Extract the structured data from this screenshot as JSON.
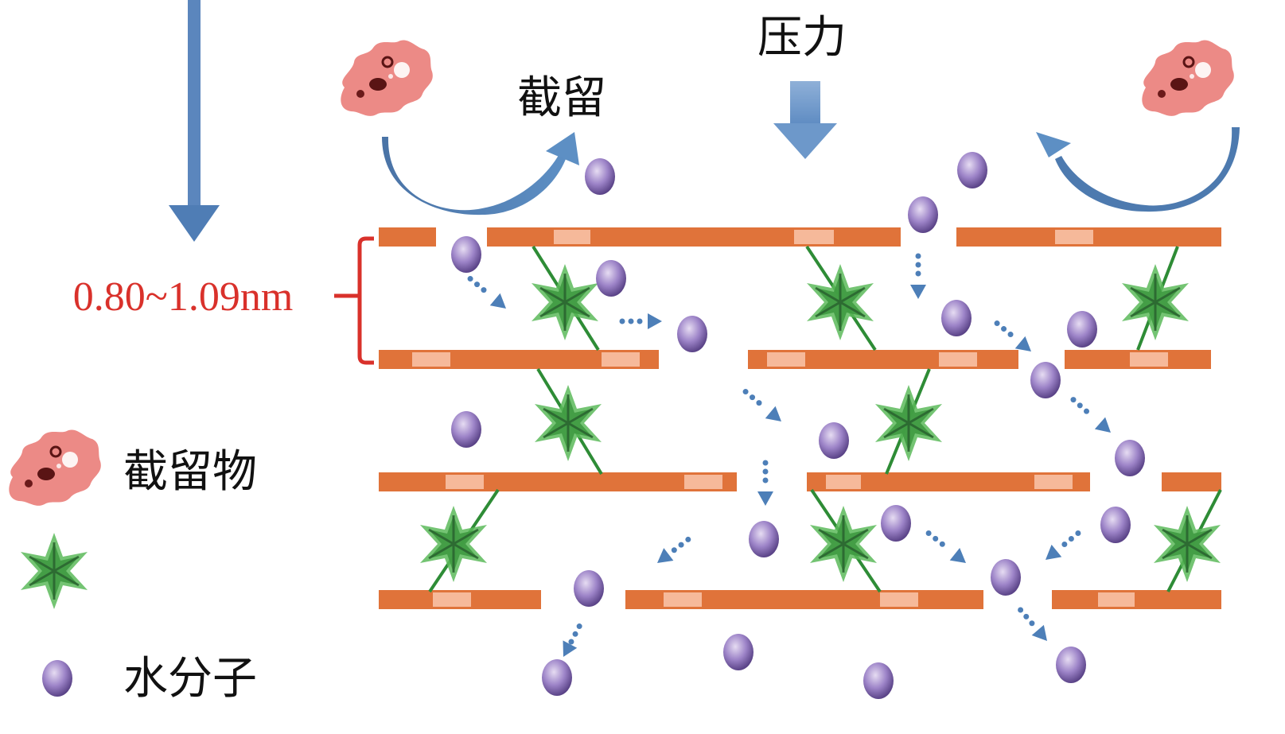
{
  "labels": {
    "pressure": "压力",
    "retention": "截留",
    "pore_size": "0.80~1.09nm"
  },
  "legend": [
    {
      "icon": "retained-matter-icon",
      "label": "截留物"
    },
    {
      "icon": "green-star-particle-icon",
      "label": ""
    },
    {
      "icon": "water-molecule-icon",
      "label": "水分子"
    }
  ],
  "colors": {
    "membrane_layer": "#e0733a",
    "membrane_light_segment": "#f6b99a",
    "water_molecule": "#9a7ec4",
    "flow_arrow": "#4d7fb8",
    "star_particle": "#4aa64c",
    "retained_matter": "#ec8a86",
    "pore_size_label": "#d9312b"
  }
}
